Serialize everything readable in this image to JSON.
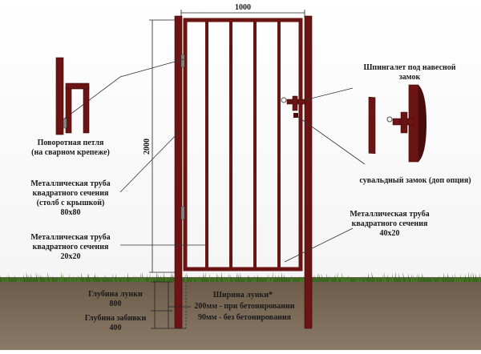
{
  "dimensions": {
    "width": "1000",
    "height": "2000"
  },
  "labels": {
    "hinge": [
      "Поворотная петля",
      "(на сварном крепеже)"
    ],
    "latch": [
      "Шпингалет под навесной",
      "замок"
    ],
    "lock": "сувальдный замок (доп опция)",
    "pillar": [
      "Металлическая труба",
      "квадратного сечения",
      "(столб с крышкой)",
      "80х80"
    ],
    "pipe_20": [
      "Металлическая труба",
      "квадратного сечения",
      "20х20"
    ],
    "pipe_40": [
      "Металлическая труба",
      "квадратного сечения",
      "40х20"
    ],
    "hole_depth": [
      "Глубина лунки",
      "800"
    ],
    "hole_width": [
      "Ширина лунки*",
      "200мм - при бетонировании",
      "90мм - без бетонирования"
    ],
    "drive_depth": [
      "Глубина забивки",
      "400"
    ]
  },
  "colors": {
    "metal": "#6b1414",
    "metal_dark": "#4a0c0c",
    "soil": "#5a4a3a",
    "grass": "#4f7d2e"
  }
}
